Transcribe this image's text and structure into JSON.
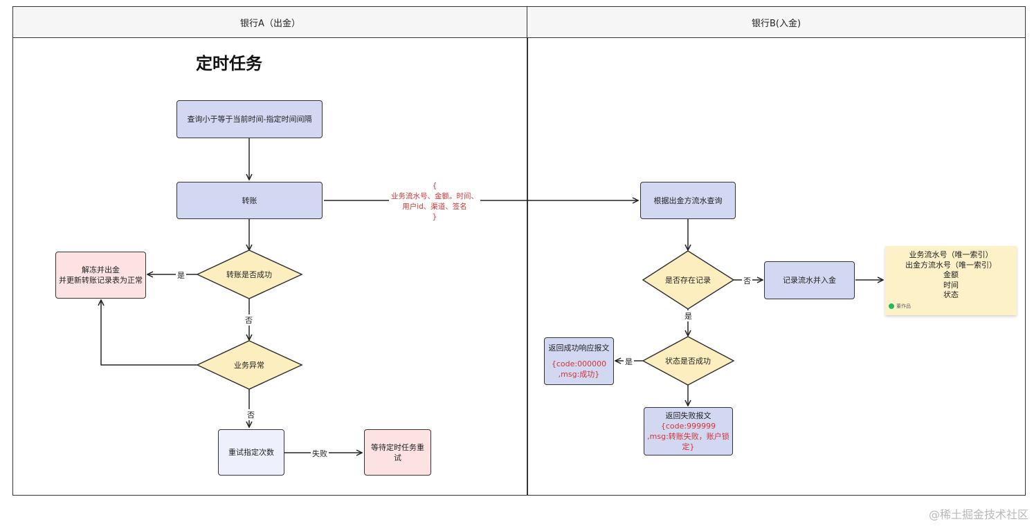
{
  "lanes": {
    "left_header": "银行A（出金）",
    "right_header": "银行B(入金)"
  },
  "title": "定时任务",
  "nodes": {
    "query": "查询小于等于当前时间-指定时间间隔",
    "transfer": "转账",
    "transfer_success": "转账是否成功",
    "unfreeze_line1": "解冻并出金",
    "unfreeze_line2": "并更新转账记录表为正常",
    "business_error": "业务异常",
    "retry": "重试指定次数",
    "wait_retry": "等待定时任务重试",
    "query_by_id": "根据出金方流水查询",
    "record_exists": "是否存在记录",
    "record_deposit": "记录流水并入金",
    "status_success": "状态是否成功",
    "return_success_title": "返回成功响应报文",
    "return_success_code": "{code:000000",
    "return_success_msg": ",msg:成功}",
    "return_fail_title": "返回失败报文",
    "return_fail_code": "{code:999999",
    "return_fail_msg": ",msg:转账失败，账户锁定}"
  },
  "payload": {
    "open": "{",
    "line1": "业务流水号、金额。时间、",
    "line2": "用户id、渠道、签名",
    "close": "}"
  },
  "edge_labels": {
    "yes_unfreeze": "是",
    "no_business": "否",
    "no_retry": "否",
    "fail": "失败",
    "no_record": "否",
    "yes_status": "是",
    "yes_return": "是"
  },
  "note": {
    "line1": "业务流水号（唯一索引）",
    "line2": "出金方流水号（唯一索引）",
    "line3": "金额",
    "line4": "时间",
    "line5": "状态",
    "author": "董作品"
  },
  "watermark": "@稀土掘金技术社区",
  "colors": {
    "process_fill": "#d2d8f2",
    "decision_fill": "#fdeec0",
    "terminal_fill": "#fde2e2",
    "note_fill": "#fdf1c8",
    "payload_text": "#d03434"
  }
}
